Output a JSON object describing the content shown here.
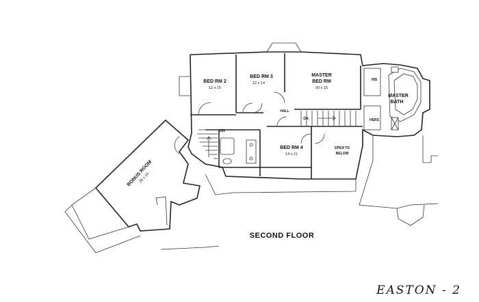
{
  "floor_title": "SECOND FLOOR",
  "plan_name": "EASTON - 2",
  "rooms": {
    "bed2": {
      "name": "BED RM 2",
      "dims": "12 x 15"
    },
    "bed3": {
      "name": "BED RM 3",
      "dims": "12 x 14"
    },
    "master_line1": "MASTER",
    "master_line2": "BED RM",
    "master_dims": "20 x 15",
    "bath_line1": "MASTER",
    "bath_line2": "BATH",
    "his": "HIS",
    "hers": "HERS",
    "hall": "HALL",
    "bed4": {
      "name": "BED RM 4",
      "dims": "14 x 11"
    },
    "open_line1": "OPEN TO",
    "open_line2": "BELOW",
    "bonus": {
      "name": "BONUS ROOM",
      "dims": "26 x 14"
    }
  },
  "stair_labels": {
    "left_dn": "DN",
    "right_dn": "DN"
  }
}
